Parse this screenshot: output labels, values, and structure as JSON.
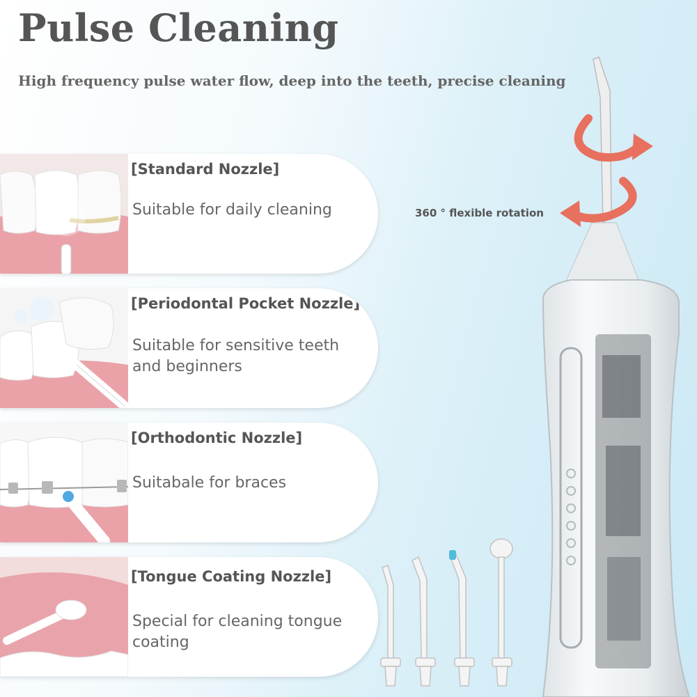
{
  "header": {
    "title": "Pulse Cleaning",
    "subtitle": "High frequency pulse water flow, deep into the teeth, precise cleaning"
  },
  "rotation_label": "360 ° flexible rotation",
  "nozzles": [
    {
      "name": "[Standard Nozzle]",
      "description": "Suitable for daily cleaning"
    },
    {
      "name": "[Periodontal Pocket Nozzle]",
      "description": "Suitable for sensitive teeth and beginners"
    },
    {
      "name": "[Orthodontic Nozzle]",
      "description": "Suitabale for braces"
    },
    {
      "name": "[Tongue Coating Nozzle]",
      "description": "Special for cleaning tongue coating"
    }
  ],
  "colors": {
    "accent_arrow": "#e8705f",
    "gum_pink": "#eaa2a8",
    "card_bg": "#ffffff",
    "text": "#555555"
  }
}
